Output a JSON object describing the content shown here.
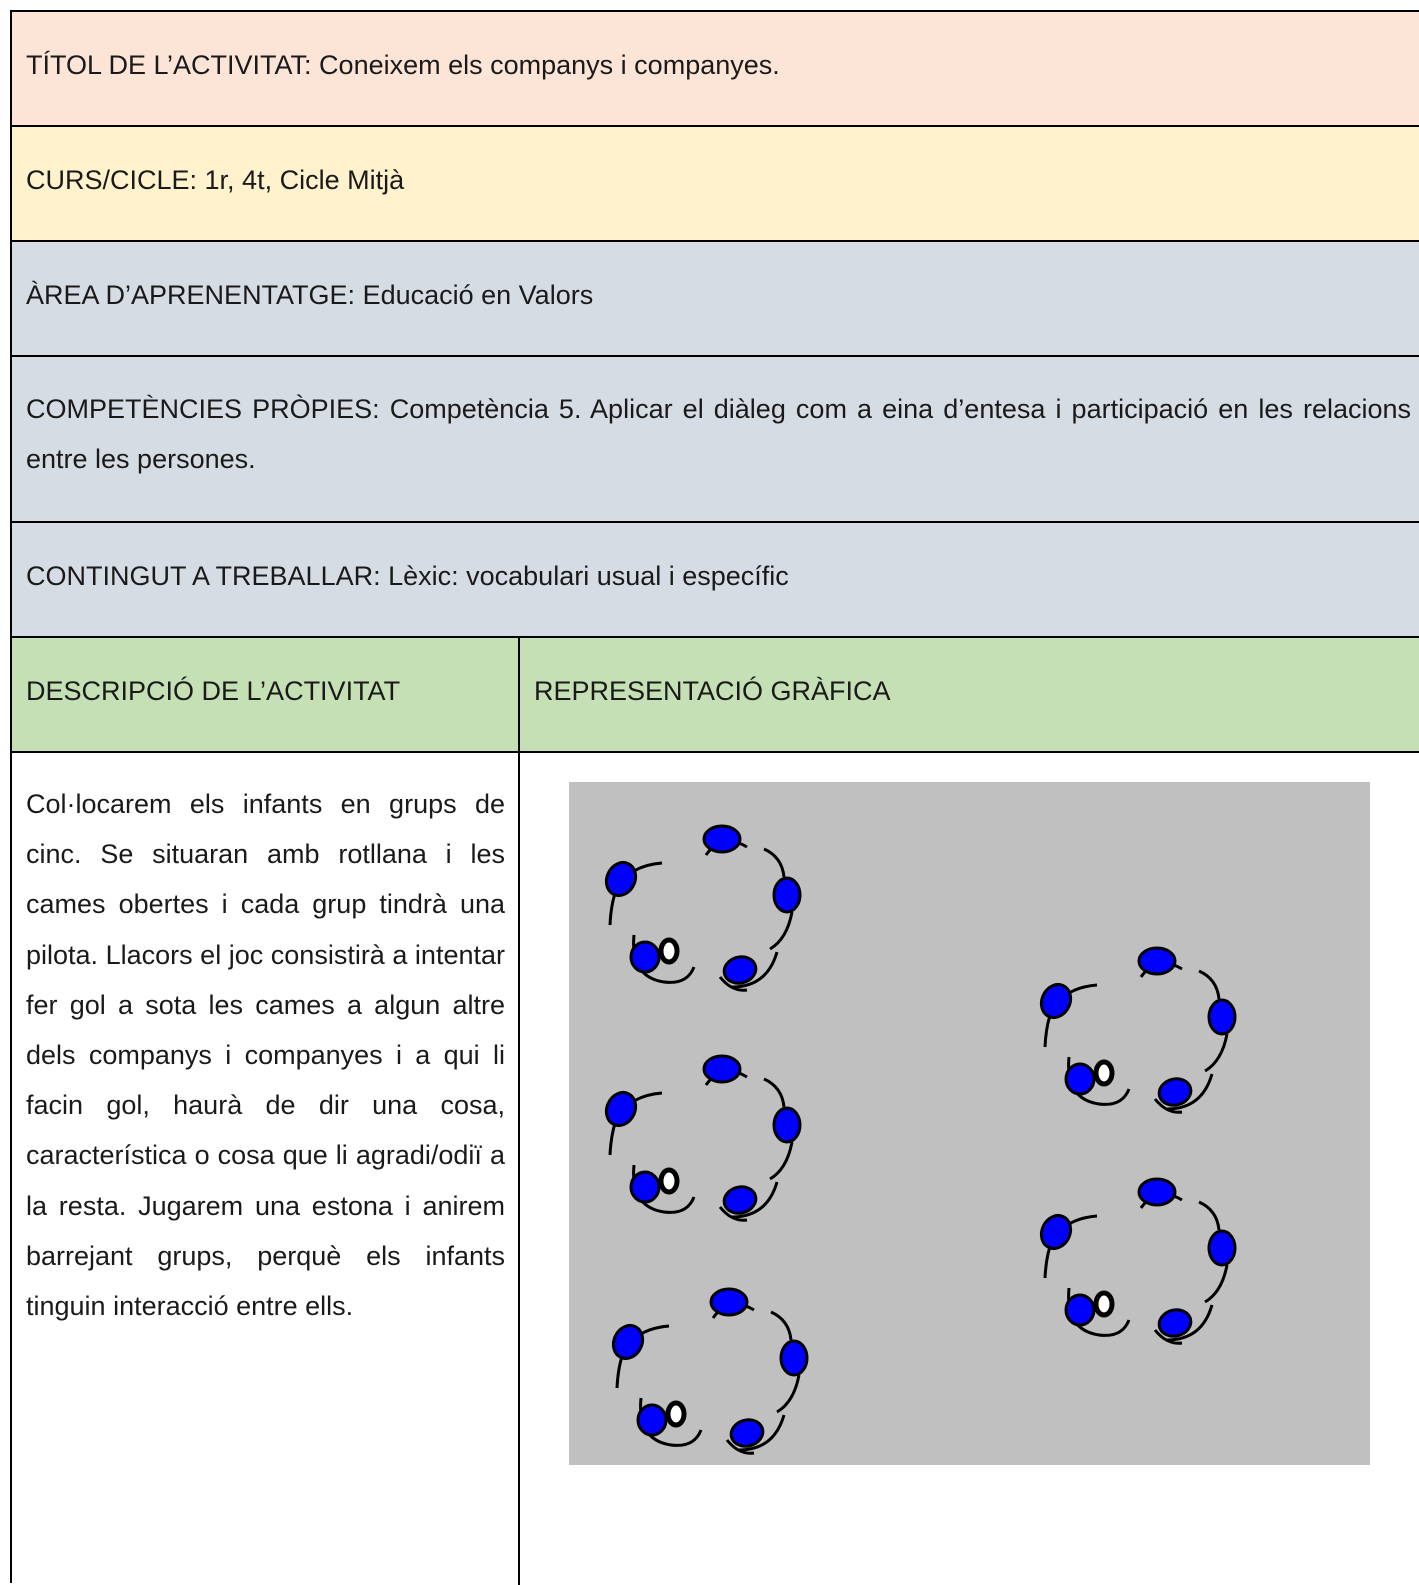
{
  "title_row": {
    "text": "TÍTOL DE L’ACTIVITAT: Coneixem els companys i companyes."
  },
  "course_row": {
    "text": "CURS/CICLE: 1r, 4t, Cicle Mitjà"
  },
  "area_row": {
    "text": "ÀREA D’APRENENTATGE: Educació en Valors"
  },
  "competencies_row": {
    "text": "COMPETÈNCIES PRÒPIES: Competència 5. Aplicar el diàleg com a eina d’entesa i participació en les relacions entre les persones."
  },
  "content_row": {
    "text": "CONTINGUT A TREBALLAR: Lèxic: vocabulari usual i específic"
  },
  "headers": {
    "description": "DESCRIPCIÓ DE L’ACTIVITAT",
    "graphic": "REPRESENTACIÓ GRÀFICA"
  },
  "description": {
    "text": "Col·locarem els infants en grups de cinc. Se situaran amb rotllana i les cames obertes i cada grup tindrà una pilota. Llacors el joc consistirà a intentar fer gol a sota les cames a algun altre dels companys i companyes i a qui li facin gol, haurà de dir una cosa, característica o cosa que li agradi/odiï a la resta. Jugarem una estona i anirem barrejant grups, perquè els infants tinguin interacció entre ells."
  },
  "graphic": {
    "groups": 5,
    "players_per_group": 5,
    "balls_per_group": 1,
    "colors": {
      "background": "#c0c0c0",
      "player": "#0000ff",
      "outline": "#000000",
      "ball": "#ffffff"
    }
  }
}
